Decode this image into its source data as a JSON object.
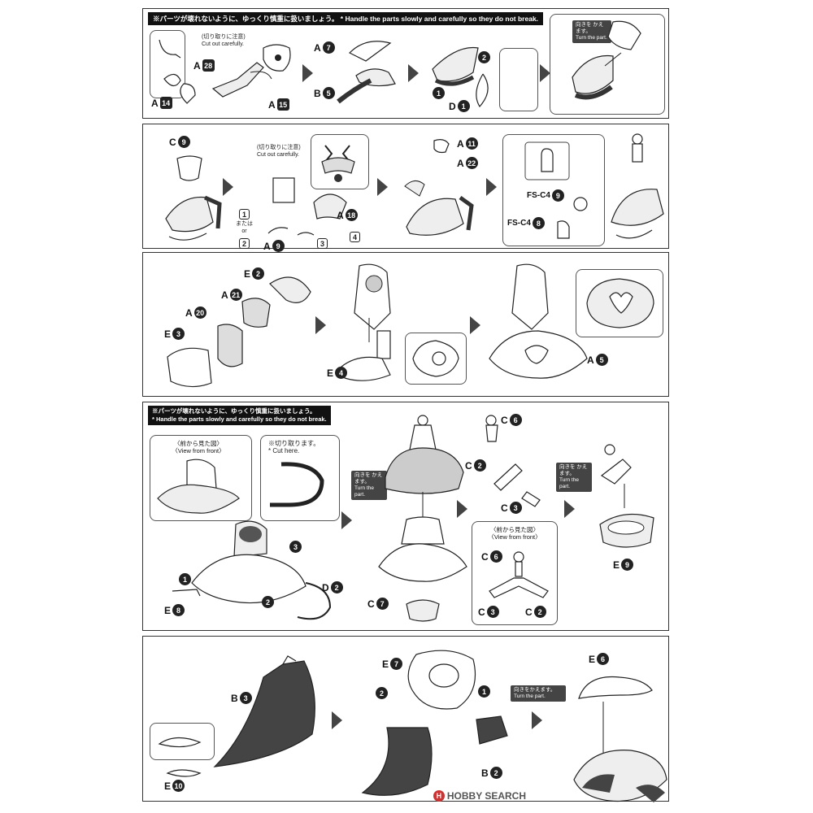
{
  "notices": {
    "handle_jp": "※パーツが壊れないように、ゆっくり慎重に扱いましょう。",
    "handle_en": "* Handle the parts slowly and carefully so they do not break."
  },
  "callouts": {
    "cut_jp": "(切り取りに注意)",
    "cut_en": "Cut out carefully.",
    "cut_here_jp": "※切り取ります。",
    "cut_here_en": "* Cut here.",
    "view_front_jp": "〈前から見た図〉",
    "view_front_en": "〈View from front〉",
    "turn_jp": "向きを かえます。",
    "turn_en": "Turn the part.",
    "turn2_jp": "向きをかえます。",
    "or_jp": "または",
    "or_en": "or"
  },
  "parts": {
    "a14": {
      "letter": "A",
      "num": "14"
    },
    "a28": {
      "letter": "A",
      "num": "28"
    },
    "a15": {
      "letter": "A",
      "num": "15"
    },
    "a7": {
      "letter": "A",
      "num": "7"
    },
    "b5": {
      "letter": "B",
      "num": "5"
    },
    "d1": {
      "letter": "D",
      "num": "1"
    },
    "c9": {
      "letter": "C",
      "num": "9"
    },
    "a18": {
      "letter": "A",
      "num": "18"
    },
    "a9": {
      "letter": "A",
      "num": "9"
    },
    "a11": {
      "letter": "A",
      "num": "11"
    },
    "a22": {
      "letter": "A",
      "num": "22"
    },
    "fsc4a": {
      "letter": "FS-C4",
      "num": "9"
    },
    "fsc4b": {
      "letter": "FS-C4",
      "num": "8"
    },
    "e2": {
      "letter": "E",
      "num": "2"
    },
    "a21": {
      "letter": "A",
      "num": "21"
    },
    "a20": {
      "letter": "A",
      "num": "20"
    },
    "e3": {
      "letter": "E",
      "num": "3"
    },
    "e4": {
      "letter": "E",
      "num": "4"
    },
    "a5": {
      "letter": "A",
      "num": "5"
    },
    "e8": {
      "letter": "E",
      "num": "8"
    },
    "d2": {
      "letter": "D",
      "num": "2"
    },
    "c7": {
      "letter": "C",
      "num": "7"
    },
    "c6": {
      "letter": "C",
      "num": "6"
    },
    "c2": {
      "letter": "C",
      "num": "2"
    },
    "c3": {
      "letter": "C",
      "num": "3"
    },
    "c6b": {
      "letter": "C",
      "num": "6"
    },
    "c3b": {
      "letter": "C",
      "num": "3"
    },
    "c2b": {
      "letter": "C",
      "num": "2"
    },
    "e9": {
      "letter": "E",
      "num": "9"
    },
    "b3": {
      "letter": "B",
      "num": "3"
    },
    "e10": {
      "letter": "E",
      "num": "10"
    },
    "e7": {
      "letter": "E",
      "num": "7"
    },
    "b2": {
      "letter": "B",
      "num": "2"
    },
    "e6": {
      "letter": "E",
      "num": "6"
    }
  },
  "steps": {
    "s1": "1",
    "s2": "2",
    "s3": "3",
    "s4": "4"
  },
  "footer": {
    "brand": "HOBBY SEARCH",
    "logo": "H"
  }
}
